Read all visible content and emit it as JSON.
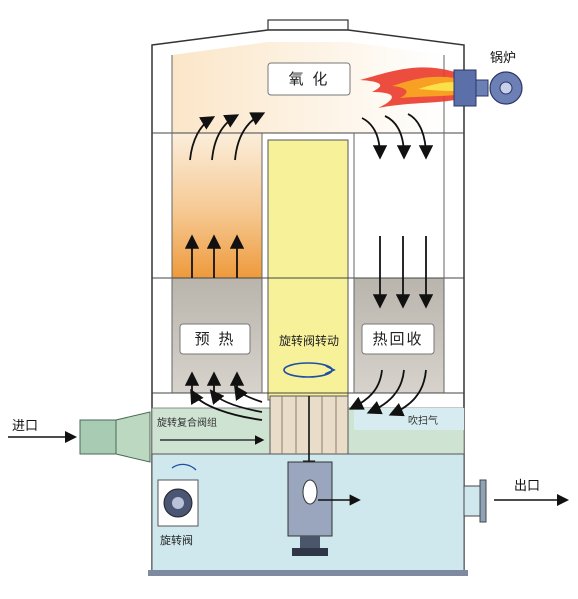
{
  "labels": {
    "oxidation": "氧 化",
    "burner": "锅炉",
    "preheat": "预 热",
    "heat_recovery": "热回收",
    "rotary_valve_rotating": "旋转阀转动",
    "inlet": "进口",
    "outlet": "出口",
    "rotary_valve": "旋转阀",
    "purge_gas": "吹扫气",
    "inlet_channel": "旋转复合阀组"
  },
  "colors": {
    "orange_dark": "#f0a548",
    "orange_light": "#fcebd2",
    "yellow": "#f7f29a",
    "gray_zone": "#c9c4bc",
    "blue_zone": "#cfe8ee",
    "channel_green": "#cfe3d2",
    "flame": "#e8412b",
    "burner_blue": "#5b6fa8"
  }
}
